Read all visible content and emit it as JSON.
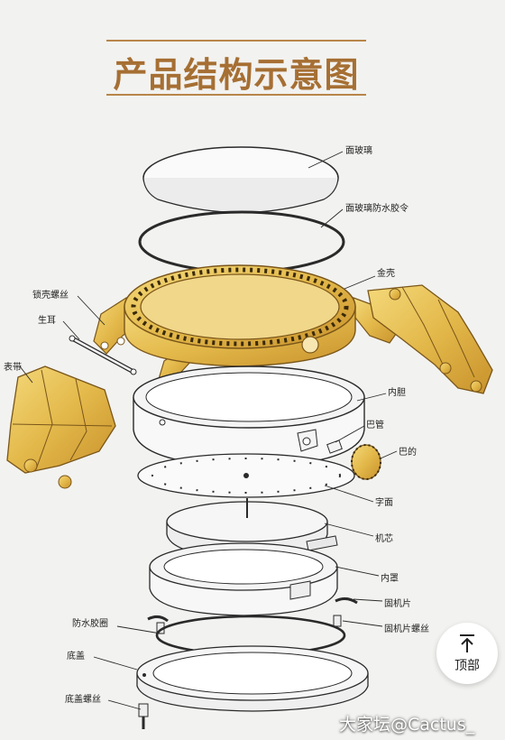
{
  "title": "产品结构示意图",
  "labels": {
    "crystal": "面玻璃",
    "crystal_gasket": "面玻璃防水胶令",
    "case": "金壳",
    "lock_screw": "锁壳螺丝",
    "spring_bar": "生耳",
    "bracelet": "表带",
    "inner_case": "内胆",
    "crown_tube": "巴管",
    "crown": "巴的",
    "dial": "字面",
    "movement": "机芯",
    "inner_ring": "内罩",
    "movement_clamp": "固机片",
    "clamp_screw": "固机片螺丝",
    "gasket": "防水胶圈",
    "caseback": "底盖",
    "caseback_screw": "底盖螺丝"
  },
  "top_button": {
    "label": "顶部",
    "icon": "arrow-up-icon"
  },
  "watermark": "大家坛@Cactus_",
  "colors": {
    "gold": "#e8c25a",
    "gold_dark": "#a8781c",
    "title": "#a66f33",
    "line": "#2a2a2a"
  }
}
